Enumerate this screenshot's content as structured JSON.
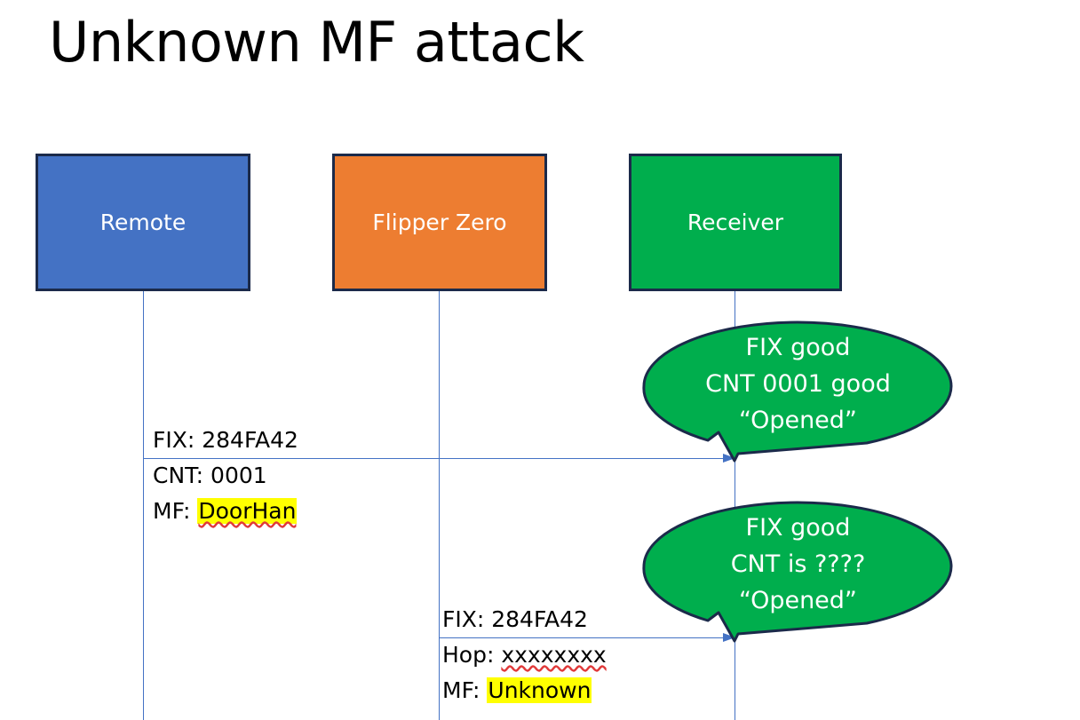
{
  "slide": {
    "title": "Unknown MF attack",
    "background": "#ffffff"
  },
  "colors": {
    "remote_fill": "#4472c4",
    "flipper_fill": "#ed7d31",
    "receiver_fill": "#00ae4d",
    "box_border": "#1b2a4a",
    "lifeline": "#4472c4",
    "arrow": "#4472c4",
    "highlight": "#ffff00",
    "spellcheck_underline": "#e03a3a",
    "callout_fill": "#00ae4d",
    "callout_border": "#1b2a4a",
    "text_light": "#ffffff",
    "text_dark": "#000000"
  },
  "actors": [
    {
      "id": "remote",
      "label": "Remote"
    },
    {
      "id": "flipper",
      "label": "Flipper Zero"
    },
    {
      "id": "receiver",
      "label": "Receiver"
    }
  ],
  "messages": [
    {
      "id": "msg1",
      "from": "remote",
      "to": "receiver",
      "line1": "FIX: 284FA42",
      "line2": "CNT: 0001",
      "line3_prefix": "MF: ",
      "line3_value": "DoorHan",
      "line3_highlighted": true,
      "line3_spellchecked": true
    },
    {
      "id": "msg2",
      "from": "flipper",
      "to": "receiver",
      "line1": "FIX: 284FA42",
      "line2_prefix": "Hop: ",
      "line2_value": "xxxxxxxx",
      "line2_spellchecked": true,
      "line3_prefix": "MF: ",
      "line3_value": "Unknown",
      "line3_highlighted": true
    }
  ],
  "callouts": [
    {
      "id": "callout1",
      "line1": "FIX good",
      "line2": "CNT 0001 good",
      "line3": "“Opened”"
    },
    {
      "id": "callout2",
      "line1": "FIX good",
      "line2": "CNT is ????",
      "line3": "“Opened”"
    }
  ]
}
